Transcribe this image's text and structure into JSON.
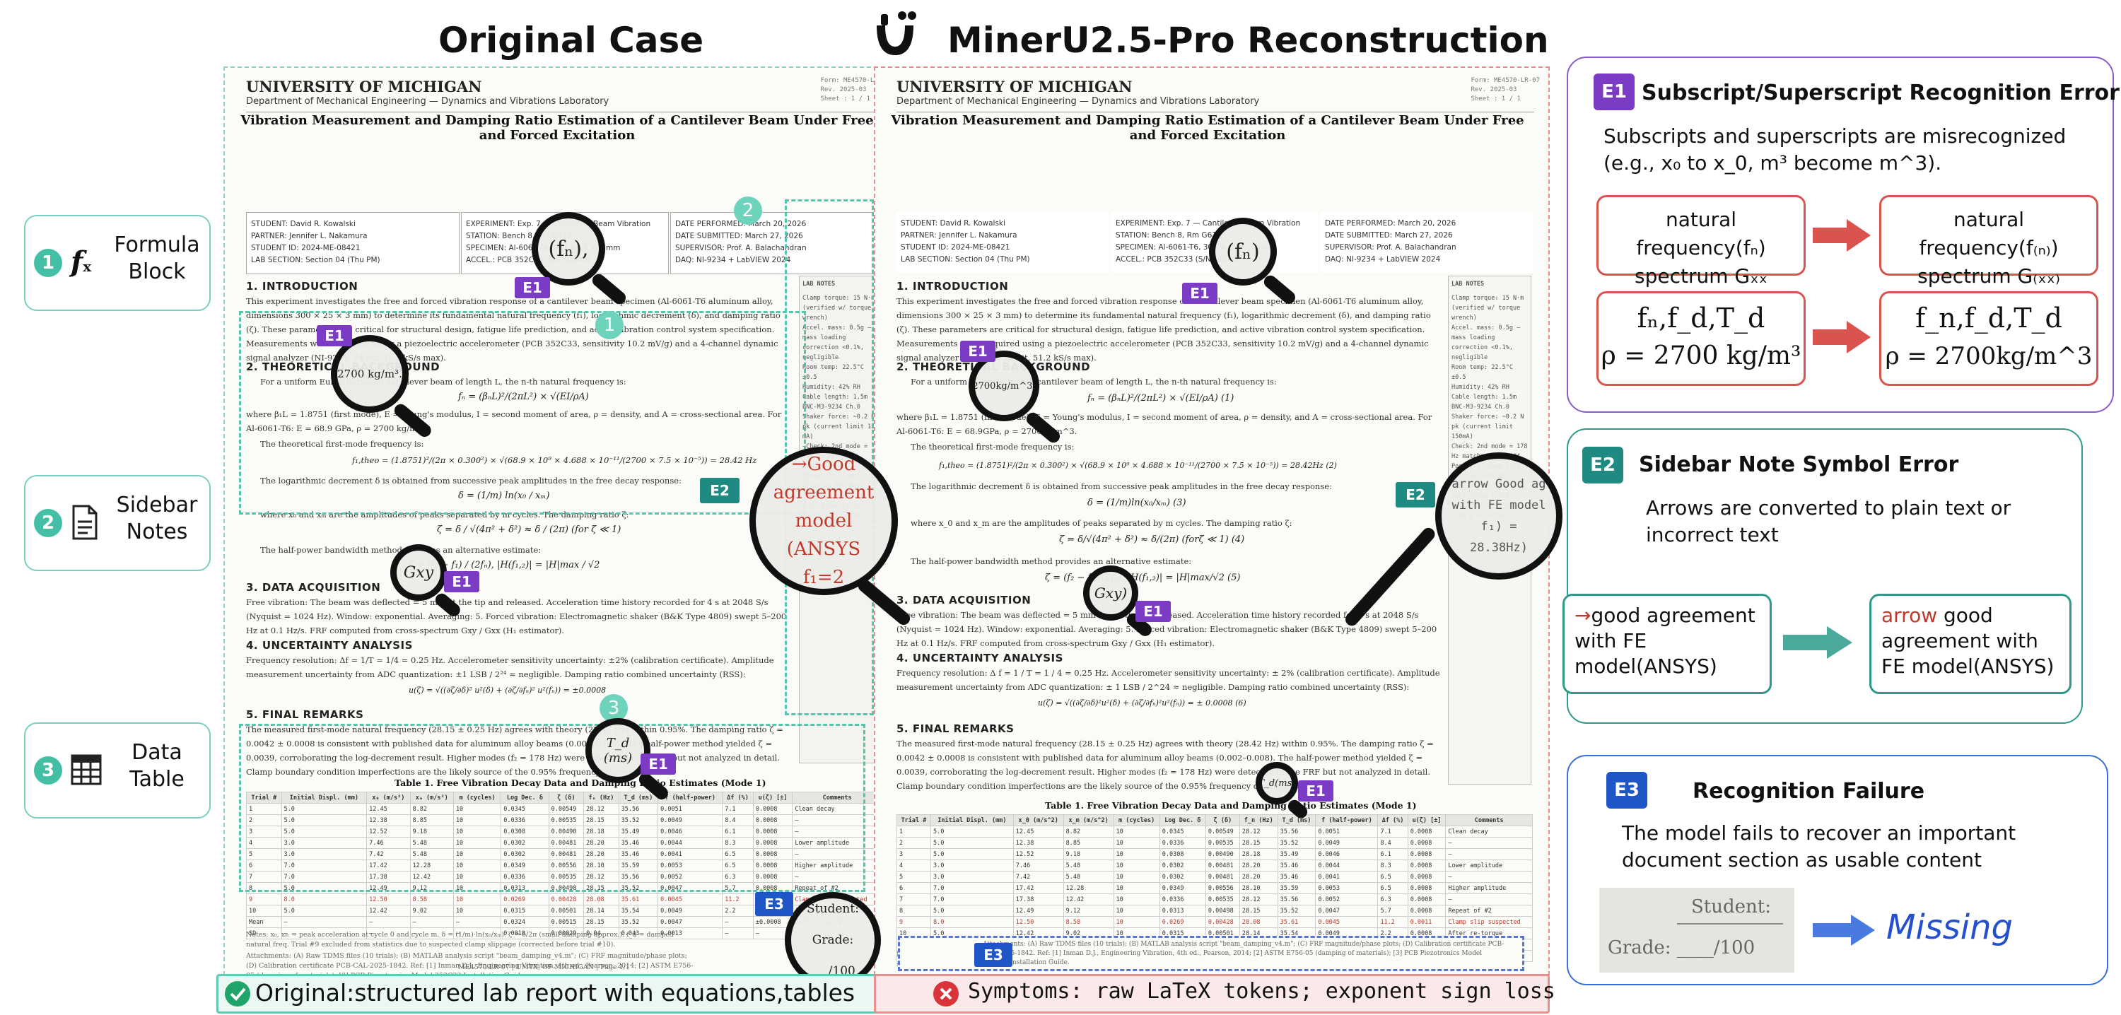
{
  "headers": {
    "left_title": "Original Case",
    "right_title": "MinerU2.5-Pro Reconstruction"
  },
  "categories": [
    {
      "num": "1",
      "icon": "formula-icon",
      "label": "Formula Block"
    },
    {
      "num": "2",
      "icon": "document-icon",
      "label": "Sidebar Notes"
    },
    {
      "num": "3",
      "icon": "table-icon",
      "label": "Data Table"
    }
  ],
  "doc": {
    "university": "UNIVERSITY OF MICHIGAN",
    "department": "Department of Mechanical Engineering — Dynamics and Vibrations Laboratory",
    "report_title": "Vibration Measurement and Damping Ratio Estimation of a Cantilever Beam Under Free and Forced Excitation",
    "stamp": [
      "Form: ME4570-LR-07",
      "Rev. 2025-03",
      "Sheet : 1 / 1"
    ],
    "info_col1": [
      "STUDENT: David R. Kowalski",
      "PARTNER: Jennifer L. Nakamura",
      "STUDENT ID: 2024-ME-08421",
      "LAB SECTION: Section 04 (Thu PM)"
    ],
    "info_col2": [
      "EXPERIMENT: Exp. 7 — Cantilever Beam Vibration",
      "STATION: Bench 8, Rm G610",
      "SPECIMEN: Al-6061-T6, 300 × 25 × 3 mm",
      "ACCEL.: PCB 352C33 (S/N 18542)"
    ],
    "info_col3": [
      "DATE PERFORMED: March 20, 2026",
      "DATE SUBMITTED: March 27, 2026",
      "SUPERVISOR: Prof. A. Balachandran",
      "DAQ: NI-9234 + LabVIEW 2024"
    ],
    "sec1": "1. INTRODUCTION",
    "sec1_text": "This experiment investigates the free and forced vibration response of a cantilever beam specimen (Al-6061-T6 aluminum alloy, dimensions 300 × 25 × 3 mm) to determine its fundamental natural frequency (f₁), logarithmic decrement (δ), and damping ratio (ζ). These parameters are critical for structural design, fatigue life prediction, and active vibration control system specification. Measurements were acquired using a piezoelectric accelerometer (PCB 352C33, sensitivity 10.2 mV/g) and a 4-channel dynamic signal analyzer (NI-9234, 24-bit, 51.2 kS/s max).",
    "sec2": "2. THEORETICAL BACKGROUND",
    "sec2_text1": "For a uniform Euler–Bernoulli cantilever beam of length L, the n-th natural frequency is:",
    "eq1": "fₙ = (βₙL)²/(2πL²) × √(EI/ρA)",
    "sec2_text2": "where β₁L = 1.8751 (first mode), E = Young's modulus, I = second moment of area, ρ = density, and A = cross-sectional area. For Al-6061-T6: E = 68.9 GPa, ρ = 2700 kg/m³.",
    "sec2_text3": "The theoretical first-mode frequency is:",
    "eq2": "f₁,theo = (1.8751)²/(2π × 0.300²) × √(68.9 × 10⁹ × 4.688 × 10⁻¹¹/(2700 × 7.5 × 10⁻⁵)) = 28.42 Hz",
    "sec2_text4": "The logarithmic decrement δ is obtained from successive peak amplitudes in the free decay response:",
    "eq3": "δ = (1/m) ln(x₀ / xₘ)",
    "sec2_text5": "where x₀ and xₘ are the amplitudes of peaks separated by m cycles. The damping ratio ζ:",
    "eq4": "ζ = δ / √(4π² + δ²) ≈ δ / (2π)    (for ζ ≪ 1)",
    "sec2_text6": "The half-power bandwidth method provides an alternative estimate:",
    "eq5": "ζ = (f₂ − f₁) / (2fₙ),    |H(f₁,₂)| = |H|max / √2",
    "sec3": "3. DATA ACQUISITION",
    "sec3_text": "Free vibration: The beam was deflected = 5 mm at the tip and released. Acceleration time history recorded for 4 s at 2048 S/s (Nyquist = 1024 Hz). Window: exponential. Averaging: 5. Forced vibration: Electromagnetic shaker (B&K Type 4809) swept 5–200 Hz at 0.1 Hz/s. FRF computed from cross-spectrum Gxy / Gxx (H₁ estimator).",
    "sec4": "4. UNCERTAINTY ANALYSIS",
    "sec4_text": "Frequency resolution: Δf = 1/T = 1/4 = 0.25 Hz. Accelerometer sensitivity uncertainty: ±2% (calibration certificate). Amplitude measurement uncertainty from ADC quantization: ±1 LSB / 2²⁴ ≈ negligible. Damping ratio combined uncertainty (RSS):",
    "eq6": "u(ζ) = √((∂ζ/∂δ)² u²(δ) + (∂ζ/∂fₙ)² u²(fₙ)) = ±0.0008",
    "sec5": "5. FINAL REMARKS",
    "sec5_text": "The measured first-mode natural frequency (28.15 ± 0.25 Hz) agrees with theory (28.42 Hz) within 0.95%. The damping ratio ζ = 0.0042 ± 0.0008 is consistent with published data for aluminum alloy beams (0.002–0.008). The half-power method yielded ζ = 0.0039, corroborating the log-decrement result. Higher modes (f₂ = 178 Hz) were detected in the FRF but not analyzed in detail. Clamp boundary condition imperfections are the likely source of the 0.95% frequency discrepancy.",
    "table_title": "Table 1.  Free Vibration Decay Data and Damping Ratio Estimates (Mode 1)",
    "table_headers": [
      "Trial #",
      "Initial Displ. (mm)",
      "x₀ (m/s²)",
      "xₘ (m/s²)",
      "m (cycles)",
      "Log Dec. δ",
      "ζ (δ)",
      "fₙ (Hz)",
      "T_d (ms)",
      "f (half-power)",
      "Δf (%)",
      "u(ζ) [±]",
      "Comments"
    ],
    "table_rows": [
      [
        "1",
        "5.0",
        "12.45",
        "8.82",
        "10",
        "0.0345",
        "0.00549",
        "28.12",
        "35.56",
        "0.0051",
        "7.1",
        "0.0008",
        "Clean decay"
      ],
      [
        "2",
        "5.0",
        "12.38",
        "8.85",
        "10",
        "0.0336",
        "0.00535",
        "28.15",
        "35.52",
        "0.0049",
        "8.4",
        "0.0008",
        "—"
      ],
      [
        "3",
        "5.0",
        "12.52",
        "9.18",
        "10",
        "0.0308",
        "0.00490",
        "28.18",
        "35.49",
        "0.0046",
        "6.1",
        "0.0008",
        "—"
      ],
      [
        "4",
        "3.0",
        "7.46",
        "5.48",
        "10",
        "0.0302",
        "0.00481",
        "28.20",
        "35.46",
        "0.0044",
        "8.3",
        "0.0008",
        "Lower amplitude"
      ],
      [
        "5",
        "3.0",
        "7.42",
        "5.48",
        "10",
        "0.0302",
        "0.00481",
        "28.20",
        "35.46",
        "0.0041",
        "6.5",
        "0.0008",
        "—"
      ],
      [
        "6",
        "7.0",
        "17.42",
        "12.28",
        "10",
        "0.0349",
        "0.00556",
        "28.10",
        "35.59",
        "0.0053",
        "6.5",
        "0.0008",
        "Higher amplitude"
      ],
      [
        "7",
        "7.0",
        "17.38",
        "12.42",
        "10",
        "0.0336",
        "0.00535",
        "28.12",
        "35.56",
        "0.0052",
        "6.3",
        "0.0008",
        "—"
      ],
      [
        "8",
        "5.0",
        "12.49",
        "9.12",
        "10",
        "0.0313",
        "0.00498",
        "28.15",
        "35.52",
        "0.0047",
        "5.7",
        "0.0008",
        "Repeat of #2"
      ],
      [
        "9",
        "8.0",
        "12.50",
        "8.58",
        "10",
        "0.0269",
        "0.00428",
        "28.08",
        "35.61",
        "0.0045",
        "11.2",
        "0.0011",
        "Clamp slip suspected"
      ],
      [
        "10",
        "5.0",
        "12.42",
        "9.02",
        "10",
        "0.0315",
        "0.00501",
        "28.14",
        "35.54",
        "0.0049",
        "2.2",
        "0.0008",
        "After re-torque"
      ]
    ],
    "table_mean": [
      "Mean",
      "—",
      "—",
      "—",
      "—",
      "0.0324",
      "0.00515",
      "28.15",
      "35.52",
      "0.0047",
      "—",
      "±0.0008",
      "Excl. trial #9"
    ],
    "table_sd": [
      "SD",
      "—",
      "—",
      "—",
      "—",
      "0.0018",
      "0.00029",
      "0.04",
      "0.043",
      "0.0013",
      "—",
      "—",
      "—"
    ],
    "notes": "Notes: x₀, xₘ = peak acceleration at cycle 0 and cycle m. δ = (1/m)·ln(x₀/xₘ). ζ = δ/2π (small damping approx.). f_d = damped natural freq. Trial #9 excluded from statistics due to suspected clamp slippage (corrected before trial #10).",
    "attachments": "Attachments: (A) Raw TDMS files (10 trials); (B) MATLAB analysis script \"beam_damping_v4.m\"; (C) FRF magnitude/phase plots; (D) Calibration certificate PCB-CAL-2025-1842. Ref: [1] Inman D.J., Engineering Vibration, 4th ed., Pearson, 2014; [2] ASTM E756-05 (damping of materials); [3] PCB Piezotronics Model 352C33 Installation Guide.",
    "footer": "ME4570-LR-07  |  UMTX, OF MICHIGAN  |  Page 1/1",
    "student_sig": "Student:",
    "grade_sig": "Grade: ____/100",
    "sidebar_title": "LAB NOTES",
    "sidebar_orig": "Clamp torque: 15 N·m (verified w/ torque wrench)\nAccel. mass: 0.5g — mass loading correction <0.1%, negligible\nRoom temp: 22.5°C ±0.5\nHumidity: 42% RH\nCable length: 1.5m BNC-M3-9234 Ch.0\nShaker force: ~0.2 N pk (current limit 150 mA)\n→Check: 2nd mode = 178 Hz matches fe=4.694\n→Possible clamp slip at trial #9! Re-torqued before #10\nAnti-alias filter: Built-in (NI-9234, -3dB @ 0.45×fs)",
    "sidebar_recon": "Clamp torque: 15 N·m (verified w/ torque wrench)\nAccel. mass: 0.5g — mass loading correction <0.1%, negligible\nRoom temp: 22.5°C ±0.5\nHumidity: 42% RH\nCable length: 1.5m BNC-M3-9234 Ch.0\nShaker force: ~0.2 N pk (current limit 150mA)\nCheck: 2nd mode = 178 Hz matches fe=4.694\nPossible clamp slip at trial #9! Re-torqued before #10\nAnti-alias filter: Built-in (NI-9234, -3dB @ 0.45×fs)"
  },
  "recon_eq": {
    "eq1": "fₙ = (βₙL)²/(2πL²) × √(EI/ρA)   (1)",
    "eq2": "f₁,theo = (1.8751)²/(2π × 0.300²) × √(68.9 × 10⁹ × 4.688 × 10⁻¹¹/(2700 × 7.5 × 10⁻⁵)) = 28.42Hz   (2)",
    "eq3": "δ = (1/m)ln(x₀/xₘ)   (3)",
    "eq4": "ζ = δ/√(4π² + δ²) ≈ δ/(2π)   (forζ ≪ 1)   (4)",
    "eq5": "ζ = (f₂ − f₁)/(2fₙ),   |H(f₁,₂)| = |H|max/√2   (5)",
    "eq6": "u(ζ) = √((∂ζ/∂δ)²u²(δ) + (∂ζ/∂fₙ)²u²(fₙ)) = ± 0.0008   (6)",
    "sec2_text2": "where β₁L = 1.8751 (first mode), E = Young's modulus, I = second moment of area, ρ = density, and A = cross-sectional area. For Al-6061-T6: E = 68.9GPa, ρ = 2700kg/m^3.",
    "sec2_text5": "where x_0 and x_m are the amplitudes of peaks separated by m cycles. The damping ratio ζ:",
    "sec4_text": "Frequency resolution: Δ f = 1 / T = 1 / 4 = 0.25 Hz. Accelerometer sensitivity uncertainty: ± 2% (calibration certificate). Amplitude measurement uncertainty from ADC quantization: ± 1 LSB / 2^24 ≈ negligible. Damping ratio combined uncertainty (RSS):",
    "sec5_text": "The measured first-mode natural frequency (28.15 ± 0.25 Hz) agrees with theory (28.42 Hz) within 0.95%. The damping ratio ζ = 0.0042 ± 0.0008 is consistent with published data for aluminum alloy beams (0.002–0.008). The half-power method yielded ζ = 0.0039, corroborating the log-decrement result. Higher modes (f₂ = 178 Hz) were detected in the FRF but not analyzed in detail. Clamp boundary condition imperfections are the likely source of the 0.95% frequency discrepancy.",
    "table_headers": [
      "Trial #",
      "Initial Displ. (mm)",
      "x_0 (m/s^2)",
      "x_m (m/s^2)",
      "m (cycles)",
      "Log Dec. δ",
      "ζ (δ)",
      "f_n (Hz)",
      "T_d (ms)",
      "f (half-power)",
      "Δf (%)",
      "u(ζ) [±]",
      "Comments"
    ]
  },
  "magnifiers": {
    "m1_left": "(fₙ),",
    "m1_right": "(fₙ)",
    "m2_left": "2700 kg/m³.",
    "m2_right": "2700kg/m^3.",
    "m3_left": "→Good agreement model (ANSYS f₁=2",
    "m3_right": "arrow Good ag with FE model f₁) = 28.38Hz)",
    "m4_left": "Gxy",
    "m4_right": "Gxy)",
    "m5_left": "T_d (ms)",
    "m5_right": "T_d(ms)",
    "m6_left": "Student: Grade: ___/100"
  },
  "badges": {
    "e1": "E1",
    "e2": "E2",
    "e3": "E3",
    "c1": "1",
    "c2": "2",
    "c3": "3"
  },
  "panel_e1": {
    "badge": "E1",
    "title": "Subscript/Superscript Recognition Error",
    "desc": "Subscripts and superscripts are misrecognized (e.g., x₀  to x_0,  m³ become m^3).",
    "ex1_orig": "natural frequency(fₙ) spectrum Gₓₓ",
    "ex1_recon": "natural frequency(f₍ₙ₎) spectrum G₍ₓₓ₎",
    "ex2_orig_l1": "fₙ,f_d,T_d",
    "ex2_orig_l2": "ρ = 2700 kg/m³",
    "ex2_recon_l1": "f_n,f_d,T_d",
    "ex2_recon_l2": "ρ = 2700kg/m^3"
  },
  "panel_e2": {
    "badge": "E2",
    "title": "Sidebar Note Symbol Error",
    "desc": "Arrows are converted to plain text or incorrect text",
    "ex_orig_arrow": "→",
    "ex_orig": "good agreement with FE model(ANSYS)",
    "ex_recon_arrow": "arrow",
    "ex_recon": " good agreement with FE model(ANSYS)"
  },
  "panel_e3": {
    "badge": "E3",
    "title": "Recognition Failure",
    "desc": "The model fails to recover an important document section as usable content",
    "student": "Student:",
    "grade": "Grade: ____/100",
    "missing": "Missing"
  },
  "bottom": {
    "left": "Original:structured lab report with equations,tables",
    "right": "Symptoms: raw LaTeX tokens; exponent sign loss"
  },
  "colors": {
    "teal": "#44bfa5",
    "red_border": "#e88f8f",
    "e1_purple": "#7b3bc4",
    "e2_teal": "#1e8a82",
    "e3_blue": "#1e56c7"
  }
}
